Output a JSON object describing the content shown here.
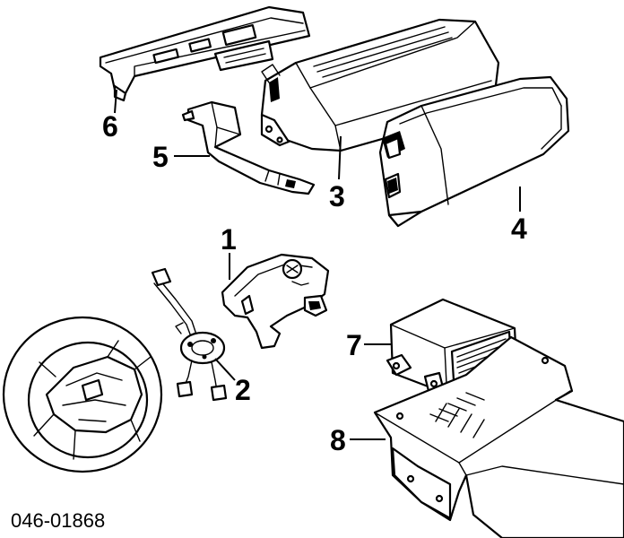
{
  "diagram": {
    "callouts": [
      "1",
      "2",
      "3",
      "4",
      "5",
      "6",
      "7",
      "8"
    ],
    "reference_code": "046-01868",
    "colors": {
      "ink": "#000000",
      "paper": "#ffffff"
    }
  }
}
